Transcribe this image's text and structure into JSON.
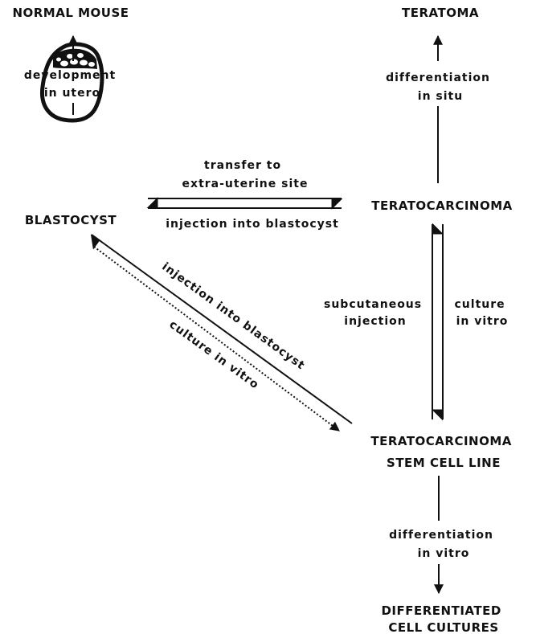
{
  "nodes": {
    "normal_mouse": "NORMAL MOUSE",
    "teratoma": "TERATOMA",
    "blastocyst": "BLASTOCYST",
    "teratocarcinoma": "TERATOCARCINOMA",
    "stem_cell_line": [
      "TERATOCARCINOMA",
      "STEM CELL LINE"
    ],
    "differentiated": [
      "DIFFERENTIATED",
      "CELL CULTURES"
    ]
  },
  "edges": {
    "development_in_utero": [
      "development",
      "in utero"
    ],
    "differentiation_in_situ": [
      "differentiation",
      "in situ"
    ],
    "transfer": [
      "transfer to",
      "extra-uterine site"
    ],
    "injection_into_blastocyst_horizontal": "injection into blastocyst",
    "subcutaneous_injection": [
      "subcutaneous",
      "injection"
    ],
    "culture_in_vitro_vertical": [
      "culture",
      "in vitro"
    ],
    "injection_into_blastocyst_diagonal": "injection into blastocyst",
    "culture_in_vitro_diagonal": "culture in vitro",
    "differentiation_in_vitro": [
      "differentiation",
      "in vitro"
    ]
  }
}
